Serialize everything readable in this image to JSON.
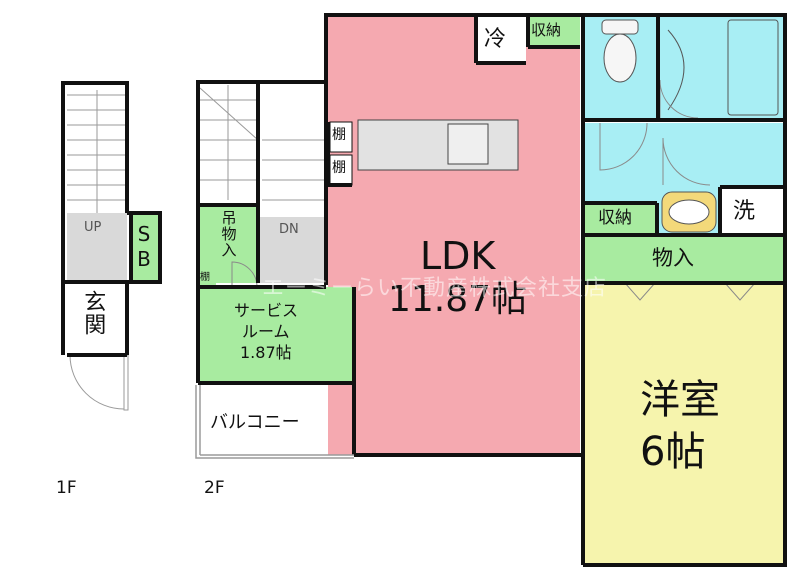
{
  "floor_labels": {
    "first": "1F",
    "second": "2F"
  },
  "rooms_1f": {
    "entrance": "玄関",
    "shoe_box": "SB",
    "stair_up": "UP"
  },
  "rooms_2f": {
    "ldk": {
      "name": "LDK",
      "size": "11.87帖"
    },
    "western_room": {
      "name": "洋室",
      "size": "6帖"
    },
    "service_room": {
      "name_line1": "サービス",
      "name_line2": "ルーム",
      "size": "1.87帖"
    },
    "balcony": "バルコニー",
    "hanging_storage": "吊物入",
    "stair_down": "DN",
    "shelf_small": "棚",
    "shelf_a": "棚",
    "shelf_b": "棚",
    "fridge": "冷",
    "storage_kitchen": "収納",
    "storage_washroom": "収納",
    "washer": "洗",
    "closet": "物入"
  },
  "watermark": "エーミーらい不動産株式会社支店",
  "colors": {
    "ldk": "#f5a9b0",
    "western_room": "#f6f4ad",
    "green": "#a8eba0",
    "water": "#a8eef4",
    "stair_gray": "#d9d9d9",
    "wall": "#111111"
  }
}
